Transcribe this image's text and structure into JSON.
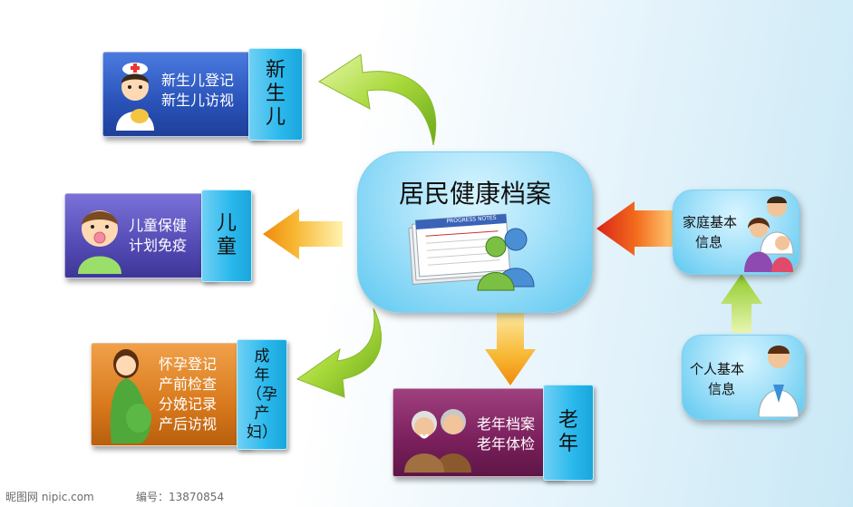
{
  "center": {
    "title": "居民健康档案",
    "notes_label": "PROGRESS NOTES"
  },
  "newborn": {
    "lines": [
      "新生儿登记",
      "新生儿访视"
    ],
    "tab": [
      "新",
      "生",
      "儿"
    ]
  },
  "child": {
    "lines": [
      "儿童保健",
      "计划免疫"
    ],
    "tab": [
      "儿",
      "童"
    ]
  },
  "maternal": {
    "lines": [
      "怀孕登记",
      "产前检查",
      "分娩记录",
      "产后访视"
    ],
    "tab": [
      "成",
      "年",
      "（孕",
      "产",
      "妇）"
    ]
  },
  "elderly": {
    "lines": [
      "老年档案",
      "老年体检"
    ],
    "tab": [
      "老",
      "年"
    ]
  },
  "family": {
    "lines": [
      "家庭基本",
      "信息"
    ]
  },
  "personal": {
    "lines": [
      "个人基本",
      "信息"
    ]
  },
  "watermark": {
    "left": "昵图网 nipic.com",
    "right": "编号：13870854"
  },
  "colors": {
    "newborn": "#2f5fc4",
    "child": "#5a52b8",
    "maternal": "#d57a1c",
    "elderly": "#7a1f5c",
    "tab": "#29b8ec",
    "bubble": "#a6e2fa",
    "green_arrow": "#9bd22e",
    "orange_arrow": "#f5a623",
    "red_arrow": "#e8361c"
  }
}
